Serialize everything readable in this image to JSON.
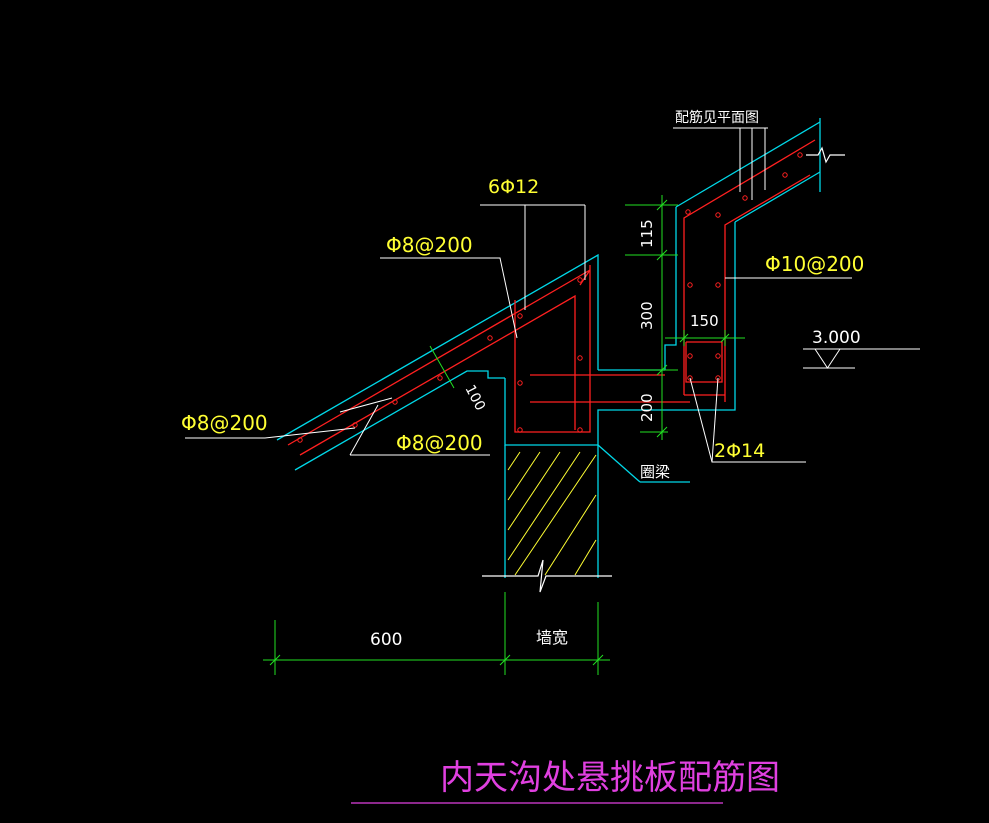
{
  "title": "内天沟处悬挑板配筋图",
  "labels": {
    "rebar_top": "配筋见平面图",
    "rebar_6phi12": "6Φ12",
    "rebar_phi8_200_upper": "Φ8@200",
    "rebar_phi8_200_left": "Φ8@200",
    "rebar_phi8_200_lower": "Φ8@200",
    "rebar_phi10_200": "Φ10@200",
    "rebar_2phi14": "2Φ14",
    "ring_beam": "圈梁",
    "elevation": "3.000",
    "wall_width": "墙宽"
  },
  "dimensions": {
    "d115": "115",
    "d300": "300",
    "d150": "150",
    "d200": "200",
    "d100": "100",
    "d600": "600"
  },
  "colors": {
    "background": "#000000",
    "outline": "#00d8e8",
    "rebar": "#ff2020",
    "label": "#ffff33",
    "dimension": "#22e022",
    "leader": "#ffffff",
    "title": "#e040e0",
    "hatch": "#ffff33"
  }
}
